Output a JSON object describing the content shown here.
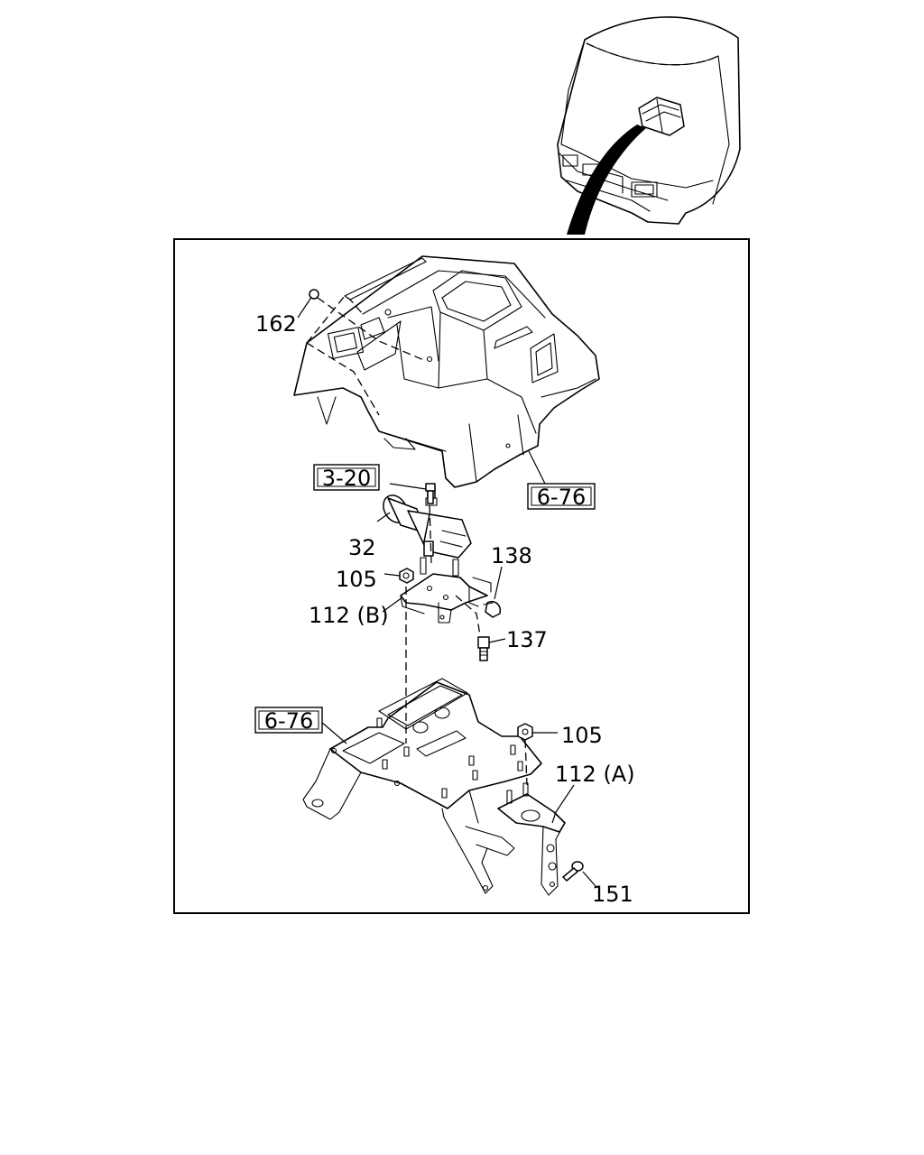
{
  "parts": {
    "p162": "162",
    "p32": "32",
    "p105_top": "105",
    "p112b": "112 (B)",
    "p138": "138",
    "p137": "137",
    "p105_bottom": "105",
    "p112a": "112 (A)",
    "p151": "151"
  },
  "references": {
    "ref_320": "3-20",
    "ref_676_top": "6-76",
    "ref_676_bottom": "6-76"
  }
}
